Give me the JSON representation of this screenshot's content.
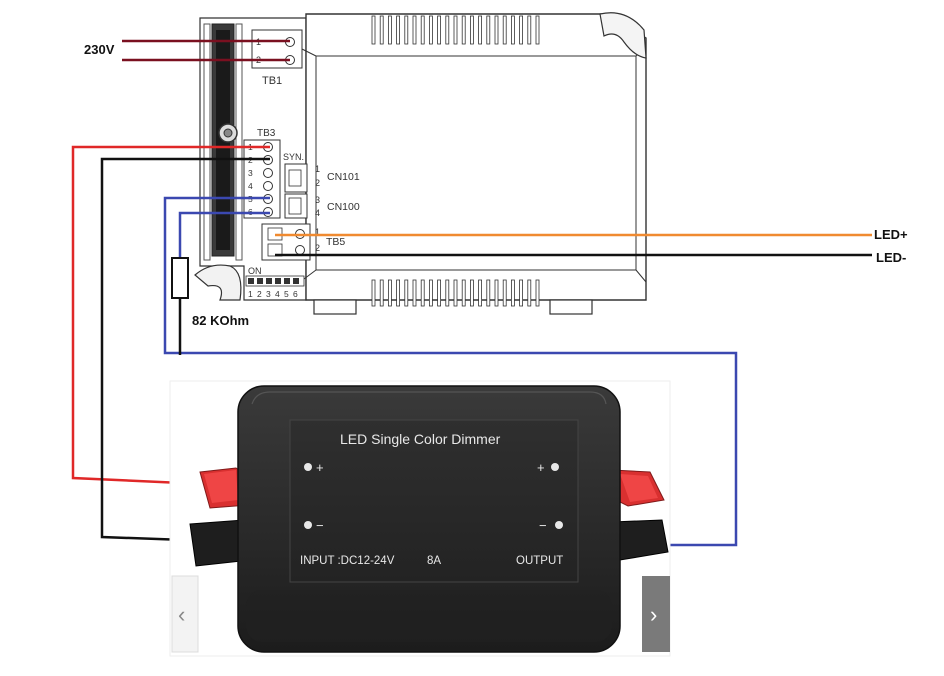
{
  "labels": {
    "mains": "230V",
    "led_plus": "LED+",
    "led_minus": "LED-",
    "resistor": "82 KOhm"
  },
  "driver": {
    "tb1": "TB1",
    "tb1_pins": [
      "1",
      "2"
    ],
    "tb3": "TB3",
    "tb3_pins": [
      "1",
      "2",
      "3",
      "4",
      "5",
      "6"
    ],
    "syn": "SYN.",
    "cn101": "CN101",
    "cn101_pins": [
      "1",
      "2"
    ],
    "cn100": "CN100",
    "cn100_pins": [
      "3",
      "4"
    ],
    "tb5": "TB5",
    "tb5_pins": [
      "1",
      "2"
    ],
    "dip_on": "ON",
    "dip_pins": [
      "1",
      "2",
      "3",
      "4",
      "5",
      "6"
    ]
  },
  "dimmer": {
    "title": "LED Single Color Dimmer",
    "plus_left": "+",
    "minus_left": "−",
    "plus_right": "+",
    "minus_right": "−",
    "input": "INPUT :DC12-24V",
    "current": "8A",
    "output": "OUTPUT"
  },
  "nav": {
    "prev_icon": "chevron-left-icon",
    "prev": "‹",
    "next_icon": "chevron-right-icon",
    "next": "›"
  },
  "colors": {
    "mains_wire": "#7a1020",
    "red_wire": "#e02828",
    "black_wire": "#111111",
    "blue_wire": "#3b48b0",
    "orange_wire": "#f08a30",
    "dimmer_body": "#2b2b2b"
  }
}
